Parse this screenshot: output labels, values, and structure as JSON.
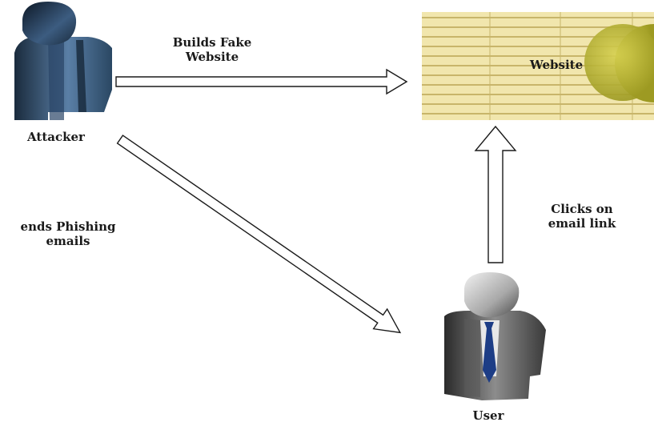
{
  "nodes": {
    "attacker": {
      "label": "Attacker"
    },
    "website": {
      "label": "Website"
    },
    "user": {
      "label": "User"
    }
  },
  "edges": {
    "build": {
      "line1": "Builds Fake",
      "line2": "Website"
    },
    "phish": {
      "line1": "ends Phishing",
      "line2": "emails"
    },
    "click": {
      "line1": "Clicks on",
      "line2": "email link"
    }
  },
  "colors": {
    "attacker_body": "#22384f",
    "user_body": "#3f3f3f",
    "user_tie": "#1d3d86",
    "website_bg": "#f1e6ad",
    "website_lines": "#c8b56a",
    "website_circle": "#b7b13b"
  }
}
